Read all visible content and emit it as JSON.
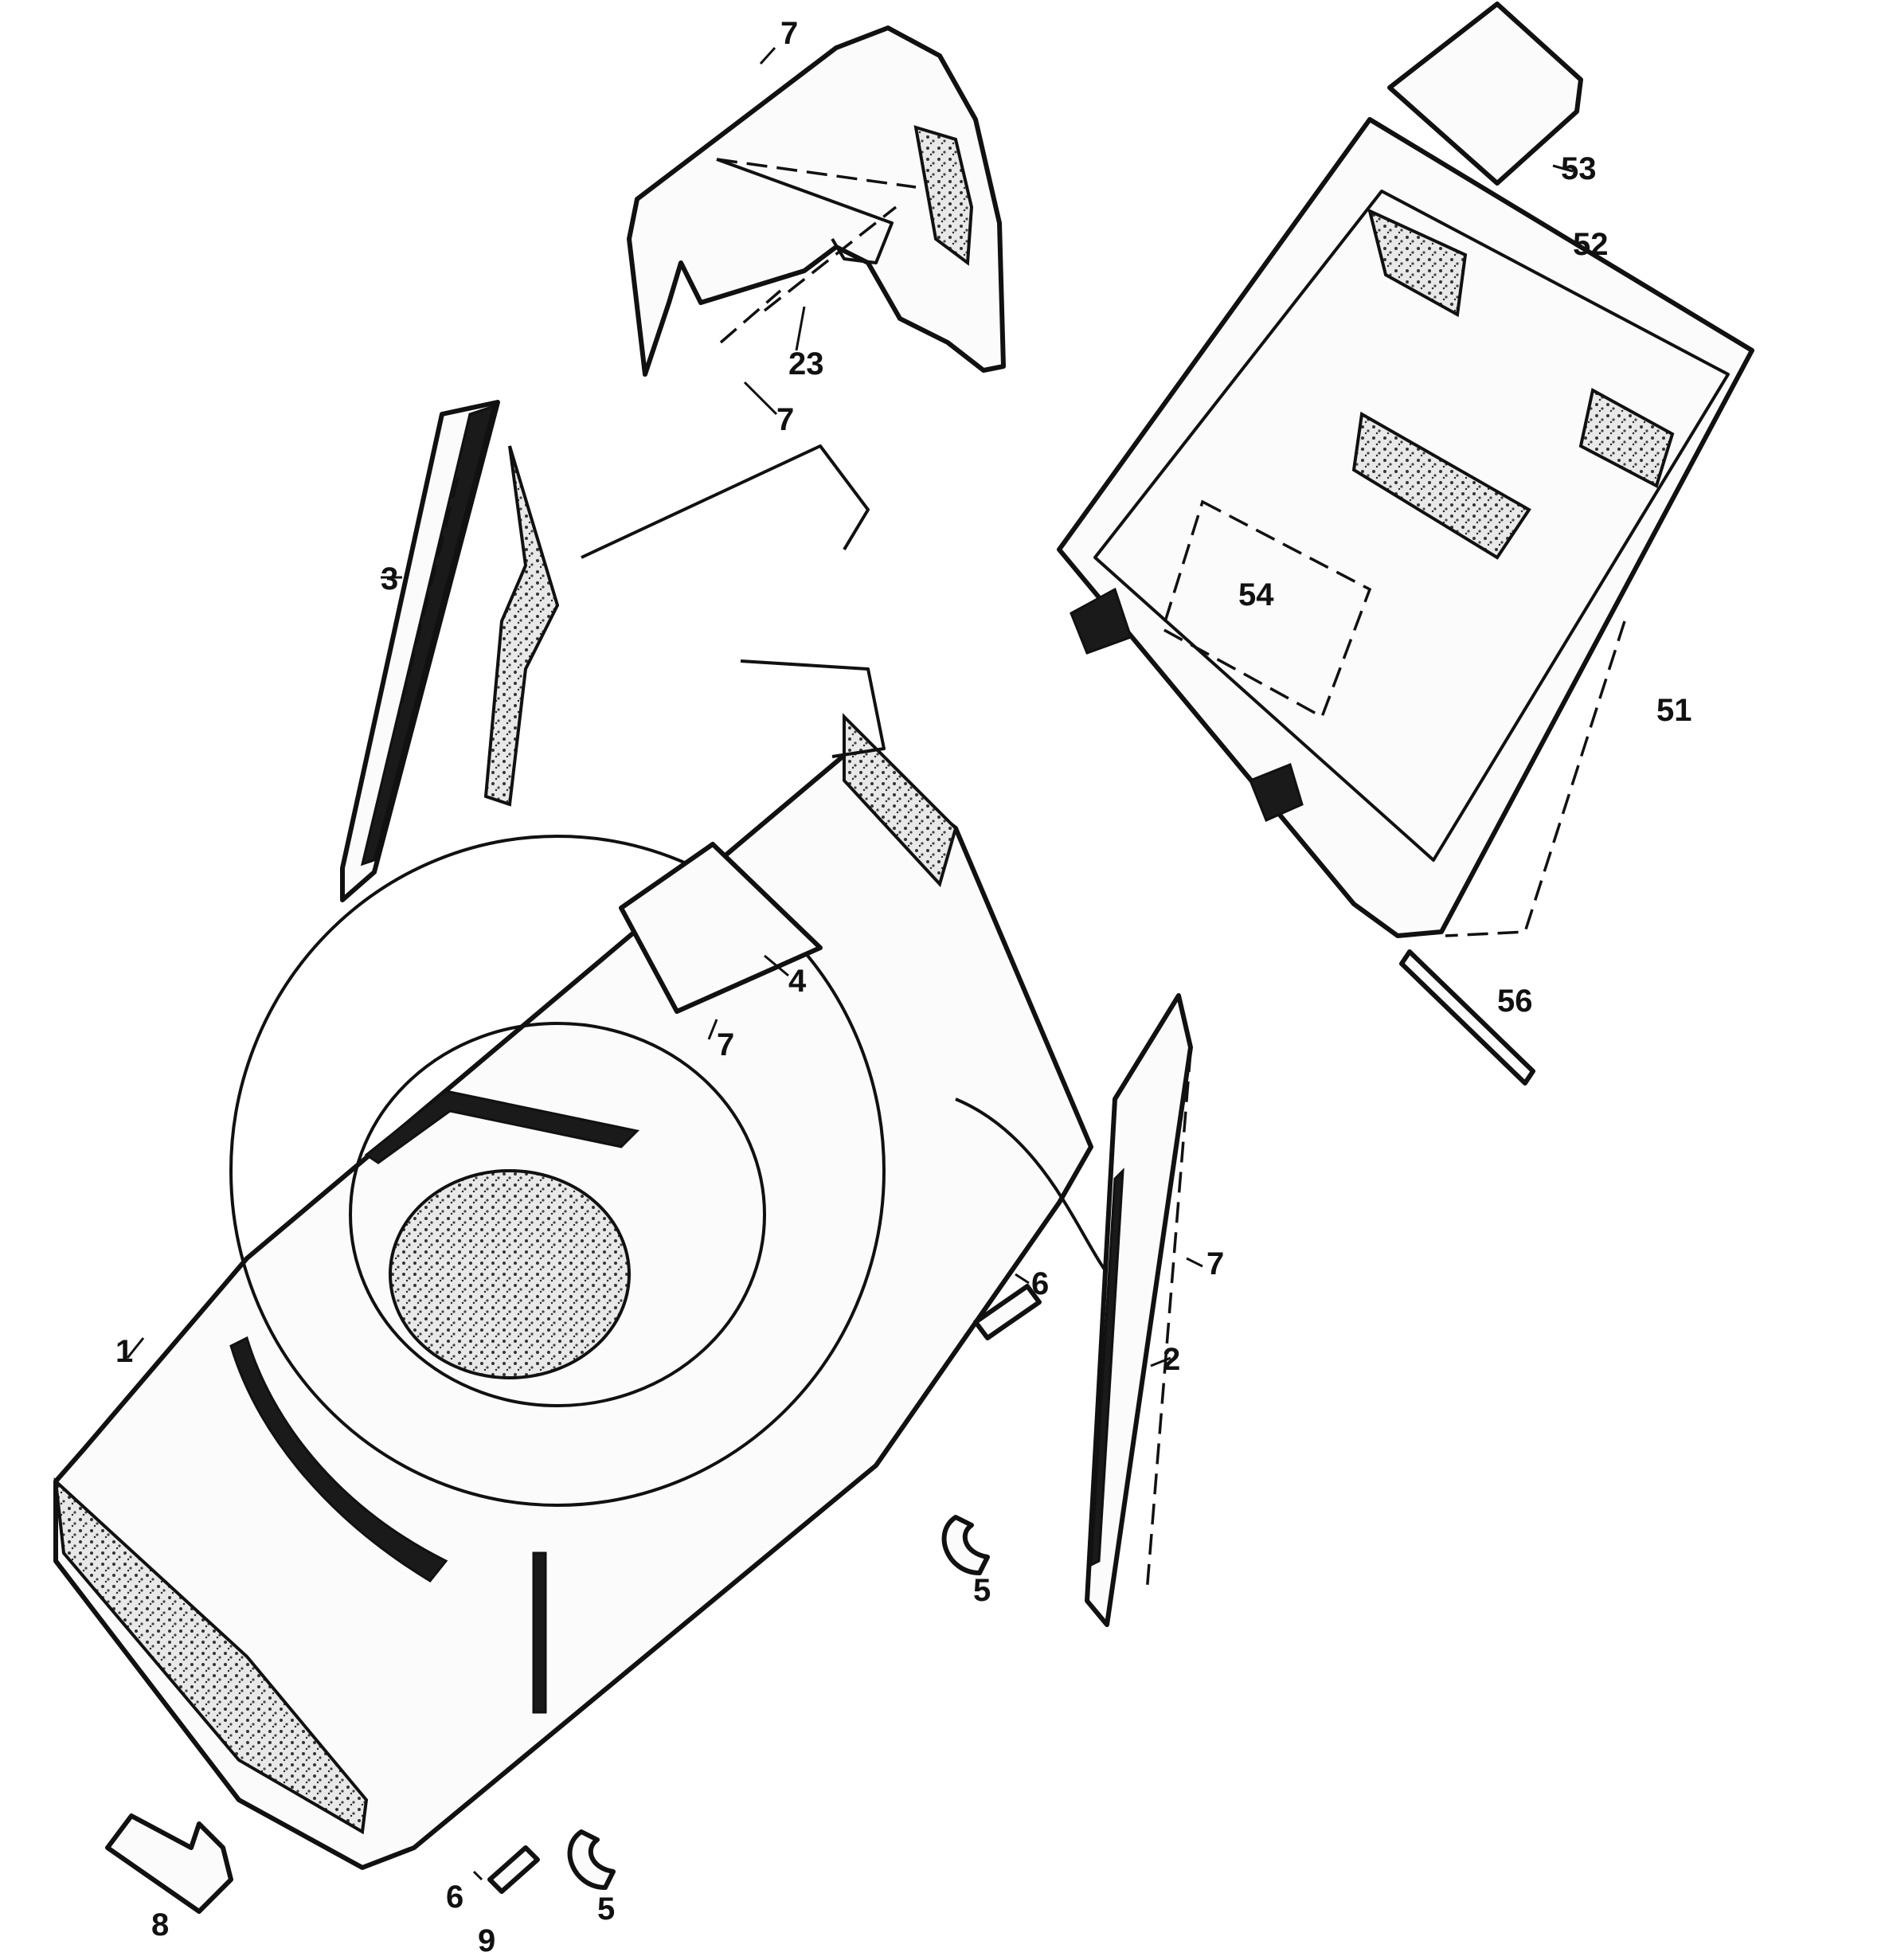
{
  "callouts": [
    {
      "key": "c7a",
      "text": "7"
    },
    {
      "key": "c23",
      "text": "23"
    },
    {
      "key": "c7b",
      "text": "7"
    },
    {
      "key": "c53",
      "text": "53"
    },
    {
      "key": "c52",
      "text": "52"
    },
    {
      "key": "c54",
      "text": "54"
    },
    {
      "key": "c51",
      "text": "51"
    },
    {
      "key": "c56",
      "text": "56"
    },
    {
      "key": "c3",
      "text": "3"
    },
    {
      "key": "c4",
      "text": "4"
    },
    {
      "key": "c7c",
      "text": "7"
    },
    {
      "key": "c1",
      "text": "1"
    },
    {
      "key": "c6a",
      "text": "6"
    },
    {
      "key": "c7d",
      "text": "7"
    },
    {
      "key": "c2",
      "text": "2"
    },
    {
      "key": "c5a",
      "text": "5"
    },
    {
      "key": "c8",
      "text": "8"
    },
    {
      "key": "c6b",
      "text": "6"
    },
    {
      "key": "c9",
      "text": "9"
    },
    {
      "key": "c5b",
      "text": "5"
    }
  ],
  "colors": {
    "ink": "#111111",
    "paper": "#ffffff"
  }
}
